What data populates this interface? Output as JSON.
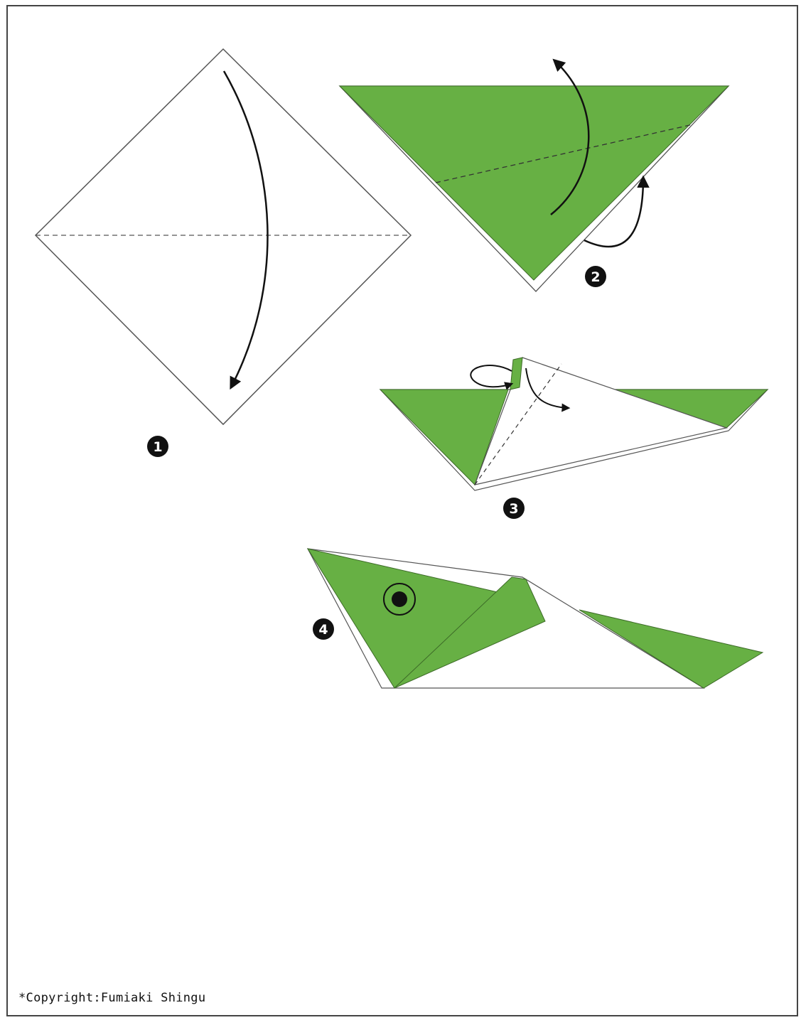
{
  "steps": [
    {
      "number": "1"
    },
    {
      "number": "2"
    },
    {
      "number": "3"
    },
    {
      "number": "4"
    }
  ],
  "colors": {
    "paper_green": "#67b044",
    "paper_white": "#ffffff",
    "line": "#222222",
    "frame": "#444444"
  },
  "copyright": "*Copyright:Fumiaki Shingu"
}
